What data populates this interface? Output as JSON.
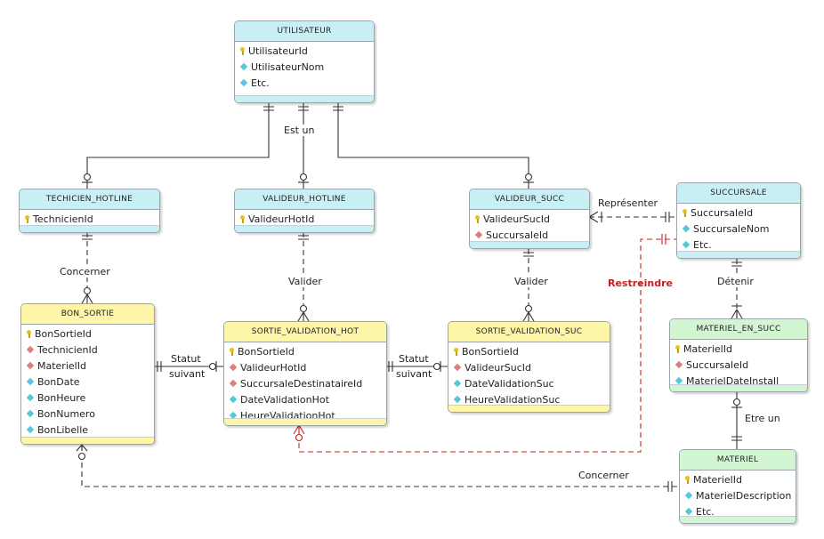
{
  "entities": {
    "utilisateur": {
      "title": "UTILISATEUR",
      "fields": [
        {
          "name": "UtilisateurId",
          "icon": "key"
        },
        {
          "name": "UtilisateurNom",
          "icon": "attr"
        },
        {
          "name": "Etc.",
          "icon": "attr"
        }
      ]
    },
    "techicien_hotline": {
      "title": "TECHICIEN_HOTLINE",
      "fields": [
        {
          "name": "TechnicienId",
          "icon": "key"
        }
      ]
    },
    "valideur_hotline": {
      "title": "VALIDEUR_HOTLINE",
      "fields": [
        {
          "name": "ValideurHotId",
          "icon": "key"
        }
      ]
    },
    "valideur_succ": {
      "title": "VALIDEUR_SUCC",
      "fields": [
        {
          "name": "ValideurSucId",
          "icon": "key"
        },
        {
          "name": "SuccursaleId",
          "icon": "fk"
        }
      ]
    },
    "succursale": {
      "title": "SUCCURSALE",
      "fields": [
        {
          "name": "SuccursaleId",
          "icon": "key"
        },
        {
          "name": "SuccursaleNom",
          "icon": "attr"
        },
        {
          "name": "Etc.",
          "icon": "attr"
        }
      ]
    },
    "bon_sortie": {
      "title": "BON_SORTIE",
      "fields": [
        {
          "name": "BonSortieId",
          "icon": "key"
        },
        {
          "name": "TechnicienId",
          "icon": "fk"
        },
        {
          "name": "MaterielId",
          "icon": "fk"
        },
        {
          "name": "BonDate",
          "icon": "attr"
        },
        {
          "name": "BonHeure",
          "icon": "attr"
        },
        {
          "name": "BonNumero",
          "icon": "attr"
        },
        {
          "name": "BonLibelle",
          "icon": "attr"
        }
      ]
    },
    "sortie_validation_hot": {
      "title": "SORTIE_VALIDATION_HOT",
      "fields": [
        {
          "name": "BonSortieId",
          "icon": "key"
        },
        {
          "name": "ValideurHotId",
          "icon": "fk"
        },
        {
          "name": "SuccursaleDestinataireId",
          "icon": "fk"
        },
        {
          "name": "DateValidationHot",
          "icon": "attr"
        },
        {
          "name": "HeureValidationHot",
          "icon": "attr"
        }
      ]
    },
    "sortie_validation_suc": {
      "title": "SORTIE_VALIDATION_SUC",
      "fields": [
        {
          "name": "BonSortieId",
          "icon": "key"
        },
        {
          "name": "ValideurSucId",
          "icon": "fk"
        },
        {
          "name": "DateValidationSuc",
          "icon": "attr"
        },
        {
          "name": "HeureValidationSuc",
          "icon": "attr"
        }
      ]
    },
    "materiel_en_succ": {
      "title": "MATERIEL_EN_SUCC",
      "fields": [
        {
          "name": "MaterielId",
          "icon": "key"
        },
        {
          "name": "SuccursaleId",
          "icon": "fk"
        },
        {
          "name": "MaterielDateInstall",
          "icon": "attr"
        }
      ]
    },
    "materiel": {
      "title": "MATERIEL",
      "fields": [
        {
          "name": "MaterielId",
          "icon": "key"
        },
        {
          "name": "MaterielDescription",
          "icon": "attr"
        },
        {
          "name": "Etc.",
          "icon": "attr"
        }
      ]
    }
  },
  "relationships": {
    "est_un": "Est un",
    "concerner_tech": "Concerner",
    "valider_hot": "Valider",
    "valider_suc": "Valider",
    "representer": "Représenter",
    "restreindre": "Restreindre",
    "detenir": "Détenir",
    "statut_suivant_1_a": "Statut",
    "statut_suivant_1_b": "suivant",
    "statut_suivant_2_a": "Statut",
    "statut_suivant_2_b": "suivant",
    "etre_un": "Etre un",
    "concerner_materiel": "Concerner"
  },
  "colors": {
    "cyan": "#c8f0f4",
    "yellow": "#fdf6a8",
    "green": "#d2f5d2",
    "restreindre": "#c81e1e",
    "line": "#333333"
  }
}
